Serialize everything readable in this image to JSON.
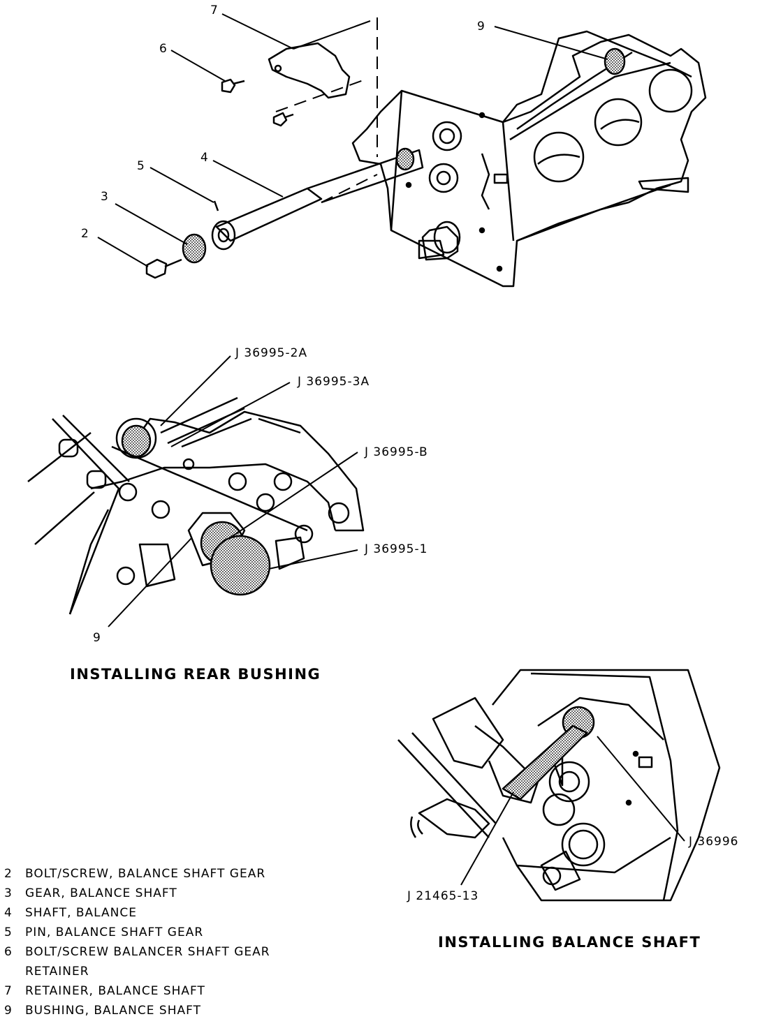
{
  "top_view": {
    "callouts": [
      "7",
      "9",
      "6",
      "5",
      "4",
      "3",
      "2"
    ]
  },
  "rear_bushing_view": {
    "tools": [
      "J 36995-2A",
      "J 36995-3A",
      "J 36995-B",
      "J 36995-1"
    ],
    "callout": "9",
    "caption": "INSTALLING REAR BUSHING"
  },
  "balance_shaft_view": {
    "tools": [
      "J 36996",
      "J 21465-13"
    ],
    "caption": "INSTALLING BALANCE SHAFT"
  },
  "legend": [
    {
      "num": "2",
      "text": "BOLT/SCREW, BALANCE SHAFT GEAR"
    },
    {
      "num": "3",
      "text": "GEAR, BALANCE SHAFT"
    },
    {
      "num": "4",
      "text": "SHAFT, BALANCE"
    },
    {
      "num": "5",
      "text": "PIN, BALANCE SHAFT GEAR"
    },
    {
      "num": "6",
      "text": "BOLT/SCREW BALANCER SHAFT GEAR",
      "continuation": "RETAINER"
    },
    {
      "num": "7",
      "text": "RETAINER, BALANCE SHAFT"
    },
    {
      "num": "9",
      "text": "BUSHING, BALANCE SHAFT"
    }
  ]
}
